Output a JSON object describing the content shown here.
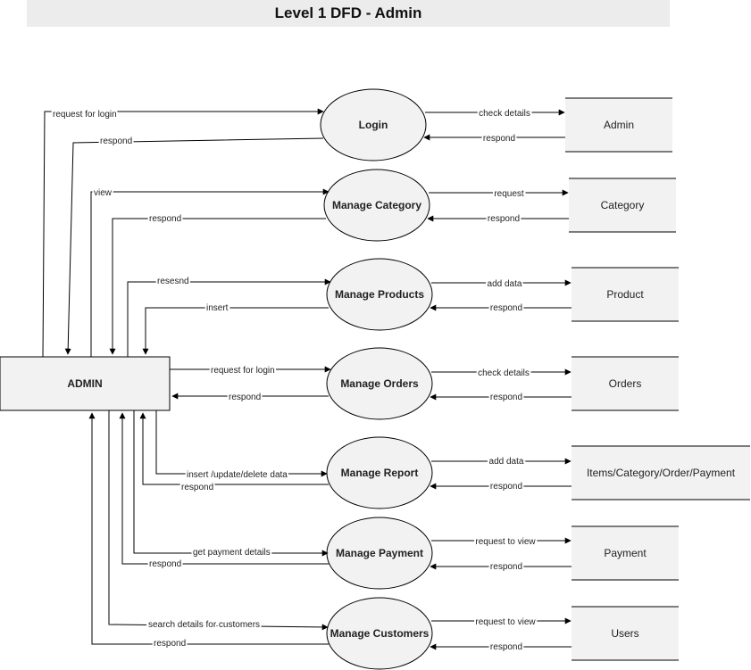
{
  "title": "Level 1 DFD - Admin",
  "entity": {
    "label": "ADMIN"
  },
  "processes": [
    {
      "id": "login",
      "label": "Login"
    },
    {
      "id": "category",
      "label": "Manage Category"
    },
    {
      "id": "products",
      "label": "Manage Products"
    },
    {
      "id": "orders",
      "label": "Manage Orders"
    },
    {
      "id": "report",
      "label": "Manage Report"
    },
    {
      "id": "payment",
      "label": "Manage Payment"
    },
    {
      "id": "customers",
      "label": "Manage Customers"
    }
  ],
  "stores": [
    {
      "id": "admin",
      "label": "Admin"
    },
    {
      "id": "category",
      "label": "Category"
    },
    {
      "id": "product",
      "label": "Product"
    },
    {
      "id": "orders",
      "label": "Orders"
    },
    {
      "id": "items",
      "label": "Items/Category/Order/Payment"
    },
    {
      "id": "payment",
      "label": "Payment"
    },
    {
      "id": "users",
      "label": "Users"
    }
  ],
  "flows_left": [
    {
      "id": "login-request",
      "label": "request for login"
    },
    {
      "id": "login-respond",
      "label": "respond"
    },
    {
      "id": "category-view",
      "label": "view"
    },
    {
      "id": "category-respond",
      "label": "respond"
    },
    {
      "id": "products-resend",
      "label": "resesnd"
    },
    {
      "id": "products-insert",
      "label": "insert"
    },
    {
      "id": "orders-request",
      "label": "request for login"
    },
    {
      "id": "orders-respond",
      "label": "respond"
    },
    {
      "id": "report-insert",
      "label": "insert /update/delete data"
    },
    {
      "id": "report-respond",
      "label": "respond"
    },
    {
      "id": "payment-get",
      "label": "get payment details"
    },
    {
      "id": "payment-respond",
      "label": "respond"
    },
    {
      "id": "customers-search",
      "label": "search details for customers"
    },
    {
      "id": "customers-respond",
      "label": "respond"
    }
  ],
  "flows_right": [
    {
      "id": "login-check",
      "label": "check details"
    },
    {
      "id": "login-respond",
      "label": "respond"
    },
    {
      "id": "category-request",
      "label": "request"
    },
    {
      "id": "category-respond",
      "label": "respond"
    },
    {
      "id": "products-add",
      "label": "add data"
    },
    {
      "id": "products-respond",
      "label": "respond"
    },
    {
      "id": "orders-check",
      "label": "check details"
    },
    {
      "id": "orders-respond",
      "label": "respond"
    },
    {
      "id": "report-add",
      "label": "add data"
    },
    {
      "id": "report-respond",
      "label": "respond"
    },
    {
      "id": "payment-request",
      "label": "request to view"
    },
    {
      "id": "payment-respond",
      "label": "respond"
    },
    {
      "id": "customers-request",
      "label": "request to view"
    },
    {
      "id": "customers-respond",
      "label": "respond"
    }
  ],
  "colors": {
    "shape_fill": "#f2f2f2",
    "stroke": "#000000",
    "title_bg": "#ececec"
  }
}
